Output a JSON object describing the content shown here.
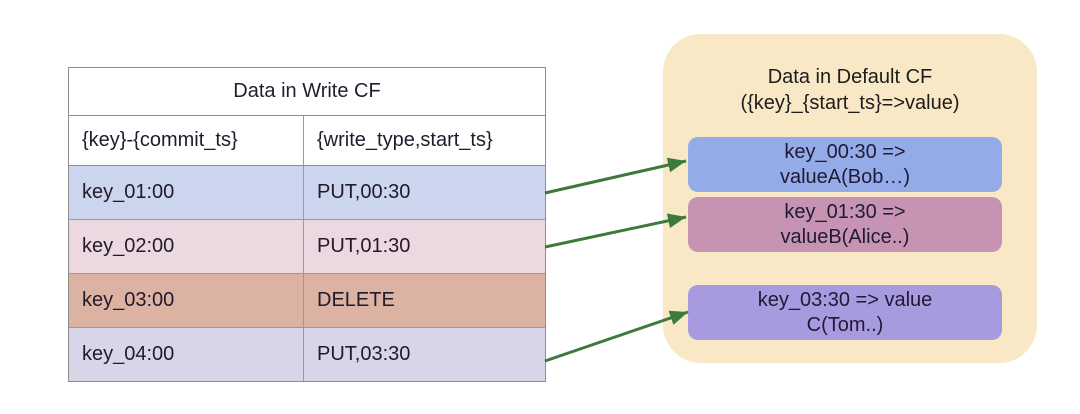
{
  "write_table": {
    "title": "Data in Write CF",
    "columns": [
      "{key}-{commit_ts}",
      "{write_type,start_ts}"
    ],
    "rows": [
      {
        "key": "key_01:00",
        "value": "PUT,00:30",
        "color": "#cbd5ee"
      },
      {
        "key": "key_02:00",
        "value": "PUT,01:30",
        "color": "#ecd8e0"
      },
      {
        "key": "key_03:00",
        "value": "DELETE",
        "color": "#dcb2a3"
      },
      {
        "key": "key_04:00",
        "value": "PUT,03:30",
        "color": "#d9d5e8"
      }
    ]
  },
  "default_cf": {
    "title": "Data in Default CF",
    "subtitle": "({key}_{start_ts}=>value)",
    "panel_color": "#f8e8c6",
    "entries": [
      {
        "line1": "key_00:30 =>",
        "line2": "valueA(Bob…)",
        "color": "#94abe9"
      },
      {
        "line1": "key_01:30 =>",
        "line2": "valueB(Alice..)",
        "color": "#c694b2"
      },
      {
        "line1": "key_03:30 => value",
        "line2": "C(Tom..)",
        "color": "#a89ade"
      }
    ]
  },
  "colors": {
    "arrow": "#3c7a3c"
  }
}
